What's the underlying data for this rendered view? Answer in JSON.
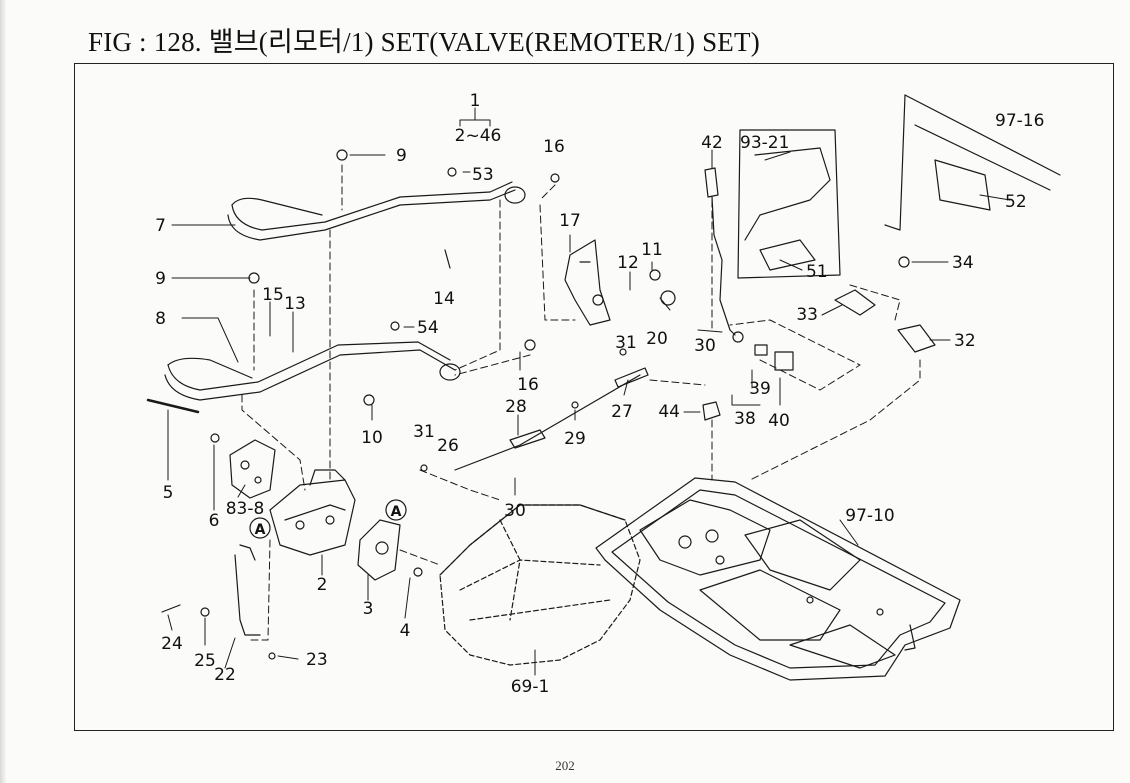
{
  "header": {
    "title": "FIG : 128. 밸브(리모터/1) SET(VALVE(REMOTER/1) SET)"
  },
  "footer": {
    "page_number": "202"
  },
  "callouts": {
    "c1": "1",
    "c1_range": "2~46",
    "c9a": "9",
    "c53": "53",
    "c16a": "16",
    "c42": "42",
    "c93_21": "93-21",
    "c97_16": "97-16",
    "c52": "52",
    "c7": "7",
    "c17": "17",
    "c11": "11",
    "c12": "12",
    "c14": "14",
    "c51": "51",
    "c34": "34",
    "c9b": "9",
    "c15": "15",
    "c13": "13",
    "c8": "8",
    "c54": "54",
    "c20": "20",
    "c33": "33",
    "c32": "32",
    "c31a": "31",
    "c30a": "30",
    "c16b": "16",
    "c39": "39",
    "c28": "28",
    "c27": "27",
    "c44": "44",
    "c38": "38",
    "c40": "40",
    "c10": "10",
    "c31b": "31",
    "c26": "26",
    "c29": "29",
    "c5": "5",
    "c6": "6",
    "c83_8": "83-8",
    "c30b": "30",
    "c97_10": "97-10",
    "cA1": "A",
    "cA2": "A",
    "c2": "2",
    "c3": "3",
    "c4": "4",
    "c24": "24",
    "c25": "25",
    "c22": "22",
    "c23": "23",
    "c69_1": "69-1"
  }
}
